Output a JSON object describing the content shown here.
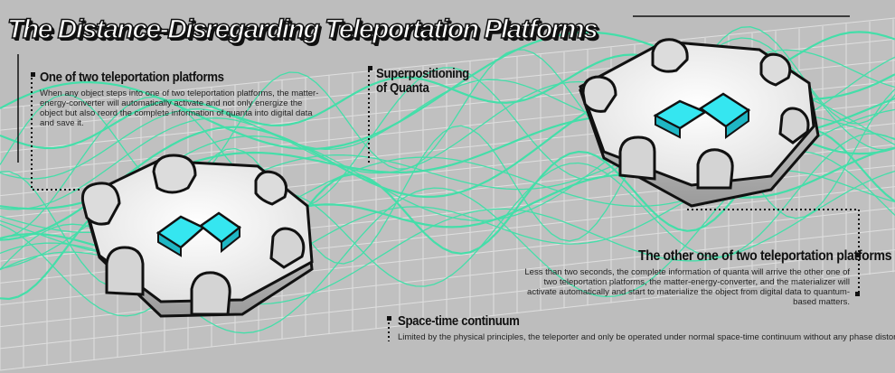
{
  "title": "The Distance-Disregarding Teleportation Platforms",
  "annotations": {
    "platform_one": {
      "heading": "One of two teleportation platforms",
      "text": "When any object steps into one of two teleportation platforms, the matter-energy-converter will automatically activate and not only energize the object but also reord the complete information of quanta into digital data and save it."
    },
    "superposition": {
      "heading_line1": "Superpositioning",
      "heading_line2": "of Quanta"
    },
    "platform_two": {
      "heading": "The other one of two teleportation platforms",
      "text": "Less than two seconds, the complete information of quanta will arrive the other one of two teleportation platforms, the matter-energy-converter, and the materializer will activate automatically and start to materialize the object from digital data to quantum-based matters."
    },
    "continuum": {
      "heading": "Space-time continuum",
      "text": "Limited by the physical principles, the teleporter and only be operated under normal space-time continuum without any phase distortion."
    }
  },
  "colors": {
    "background": "#bdbdbd",
    "grid": "#e4e4e4",
    "waves": "#3ee0a8",
    "cube": "#35e6f0",
    "platform": "#ececec",
    "outline": "#111111"
  }
}
